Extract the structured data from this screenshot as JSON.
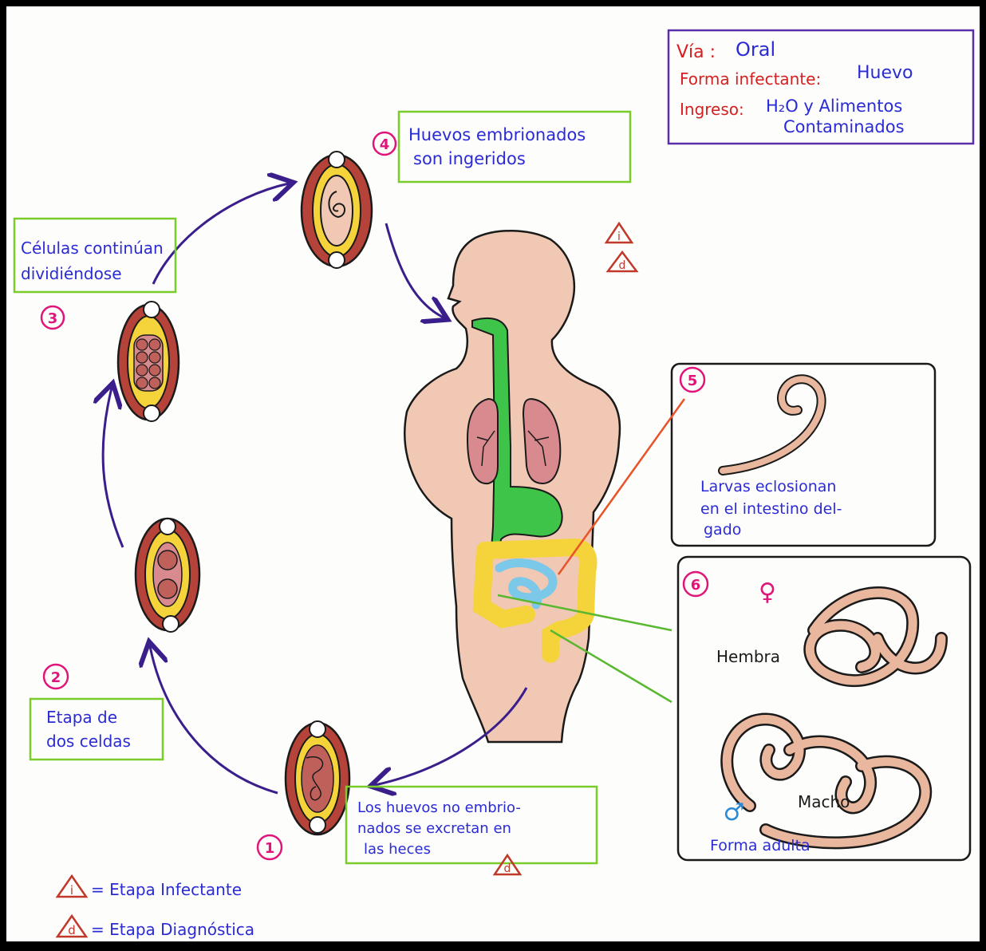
{
  "info_box": {
    "via_label": "Vía :",
    "via_value": "Oral",
    "forma_label": "Forma infectante:",
    "forma_value": "Huevo",
    "ingreso_label": "Ingreso:",
    "ingreso_value_1": "H₂O y Alimentos",
    "ingreso_value_2": "Contaminados"
  },
  "stages": {
    "s1": {
      "number": "1",
      "text_1": "Los huevos no embrio-",
      "text_2": "nados se excretan en",
      "text_3": "las heces"
    },
    "s2": {
      "number": "2",
      "text_1": "Etapa de",
      "text_2": "dos celdas"
    },
    "s3": {
      "number": "3",
      "text_1": "Células continúan",
      "text_2": "dividiéndose"
    },
    "s4": {
      "number": "4",
      "text_1": "Huevos embrionados",
      "text_2": "son ingeridos"
    },
    "s5": {
      "number": "5",
      "text_1": "Larvas eclosionan",
      "text_2": "en el intestino del-",
      "text_3": "gado"
    },
    "s6": {
      "number": "6",
      "female_symbol": "♀",
      "female_label": "Hembra",
      "male_symbol": "♂",
      "male_label": "Macho",
      "caption": "Forma adulta"
    }
  },
  "markers": {
    "infective": "i",
    "diagnostic": "d"
  },
  "legend": {
    "infective_letter": "i",
    "infective_text": "= Etapa Infectante",
    "diagnostic_letter": "d",
    "diagnostic_text": "= Etapa Diagnóstica"
  },
  "colors": {
    "ink_blue": "#2b2bd6",
    "ink_red": "#d42020",
    "ink_pink": "#e0157a",
    "frame_green": "#7acc2a",
    "frame_purple": "#5a2ea8",
    "arrow_purple": "#3a1f8c",
    "skin": "#f0c8b4",
    "digestive_green": "#3fc44a",
    "colon_yellow": "#f5d33a",
    "worm": "#e8b79e"
  }
}
